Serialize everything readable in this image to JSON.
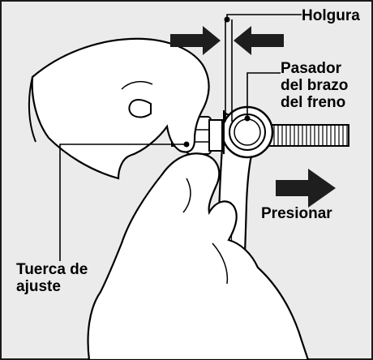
{
  "labels": {
    "holgura": "Holgura",
    "pasador": [
      "Pasador",
      "del brazo",
      "del freno"
    ],
    "presionar": "Presionar",
    "tuerca": [
      "Tuerca de",
      "ajuste"
    ]
  },
  "colors": {
    "background": "#ebebeb",
    "frame": "#1a1a1a",
    "fill": "#ffffff",
    "ink": "#000000",
    "arrow": "#1e1e1e"
  }
}
